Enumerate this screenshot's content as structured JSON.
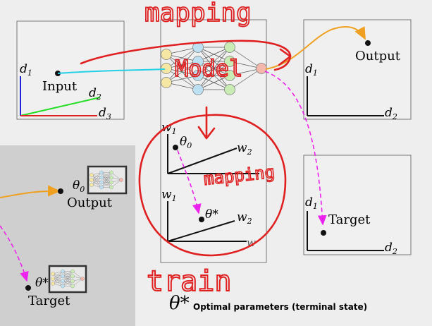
{
  "input_panel": {
    "axis_d1": "d",
    "axis_d1_sub": "1",
    "axis_d2": "d",
    "axis_d2_sub": "2",
    "axis_d3": "d",
    "axis_d3_sub": "3",
    "point_label": "Input"
  },
  "output_panel": {
    "axis_d1": "d",
    "axis_d1_sub": "1",
    "axis_d2": "d",
    "axis_d2_sub": "2",
    "point_label": "Output"
  },
  "target_panel": {
    "axis_d1": "d",
    "axis_d1_sub": "1",
    "axis_d2": "d",
    "axis_d2_sub": "2",
    "point_label": "Target"
  },
  "param_space": {
    "top_axis_w1": "w",
    "top_axis_w1_sub": "1",
    "top_axis_w2": "w",
    "top_axis_w2_sub": "2",
    "top_theta": "θ",
    "top_theta_sub": "0",
    "bottom_axis_w1": "w",
    "bottom_axis_w1_sub": "1",
    "bottom_axis_w2": "w",
    "bottom_axis_w2_sub": "2",
    "bottom_theta": "θ*"
  },
  "inset": {
    "theta0": "θ",
    "theta0_sub": "0",
    "output_label": "Output",
    "theta_star": "θ*",
    "target_label": "Target"
  },
  "caption": {
    "symbol": "θ*",
    "text": "Optimal parameters (terminal state)"
  },
  "handwriting": {
    "mapping_top": "mapping",
    "model": "Model",
    "mapping_mid": "mapping",
    "train": "train"
  },
  "colors": {
    "cyan_line": "#22d0e8",
    "orange_line": "#f0a020",
    "magenta_dash": "#ee22ee",
    "red_ink": "#e02020",
    "green_axis": "#22dd22",
    "red_axis": "#dd2222",
    "blue_axis": "#2222dd",
    "input_nodes": "#f6e7a4",
    "hidden1_nodes": "#bcdff2",
    "hidden2_nodes": "#c8ecb4",
    "output_node": "#f3b8ab"
  }
}
